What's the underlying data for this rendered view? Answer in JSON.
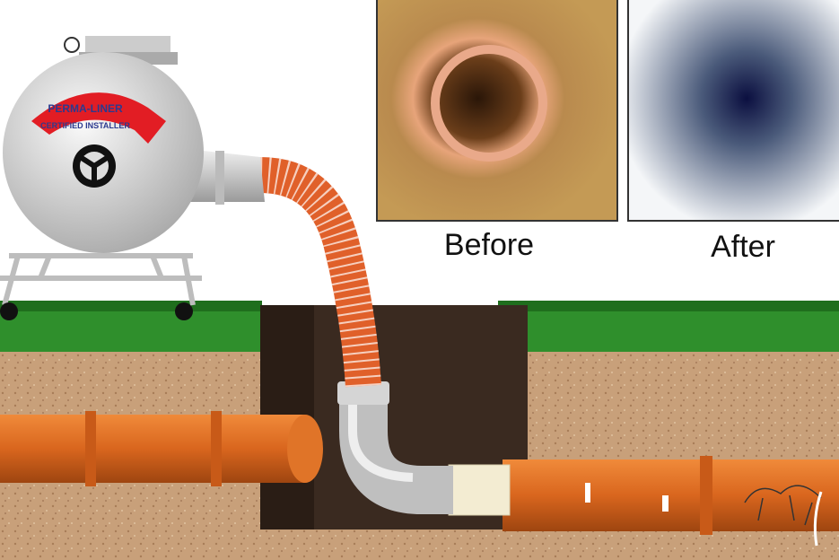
{
  "labels": {
    "before": "Before",
    "after": "After"
  },
  "logo": {
    "line1": "PERMA-LINER",
    "line2": "CERTIFIED INSTALLER"
  },
  "colors": {
    "grass": "#2f8f2c",
    "soil": "#c8a07a",
    "pit": "#3a2a20",
    "pipe": "#d9661e",
    "hose": "#e0602a",
    "liner": "#f3ecd2",
    "tank": "#d8d8d8"
  }
}
